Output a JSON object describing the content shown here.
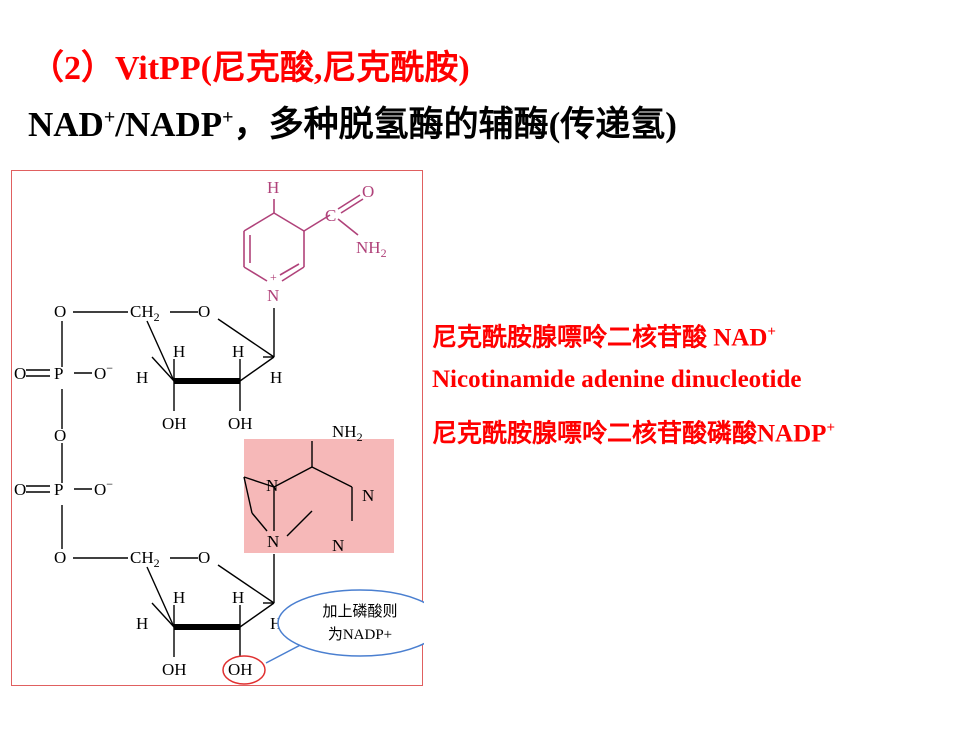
{
  "slide": {
    "title_line1": "（2）VitPP(尼克酸,尼克酰胺)",
    "title_line2_part1": "NAD",
    "title_line2_sup1": "+",
    "title_line2_part2": "/NADP",
    "title_line2_sup2": "+",
    "title_line2_part3": "，多种脱氢酶的辅酶(传递氢)"
  },
  "names": {
    "line1_text": "尼克酰胺腺嘌呤二核苷酸  NAD",
    "line1_sup": "+",
    "line2_text": "Nicotinamide adenine dinucleotide",
    "line3_text": "尼克酰胺腺嘌呤二核苷酸磷酸NADP",
    "line3_sup": "+"
  },
  "structure": {
    "H": "H",
    "O": "O",
    "C": "C",
    "N": "N",
    "NH": "NH",
    "sub2": "2",
    "plus": "+",
    "CH": "CH",
    "P": "P",
    "O_minus": "O",
    "minus": "−",
    "OH": "OH",
    "callout_line1": "加上磷酸则",
    "callout_line2": "为NADP+"
  },
  "colors": {
    "title_red": "#ff0000",
    "nicotinamide": "#b0427a",
    "adenine_box": "#f6b8b8",
    "frame": "#e06060",
    "callout": "#4a7fd0",
    "highlight_circle": "#e03030"
  }
}
